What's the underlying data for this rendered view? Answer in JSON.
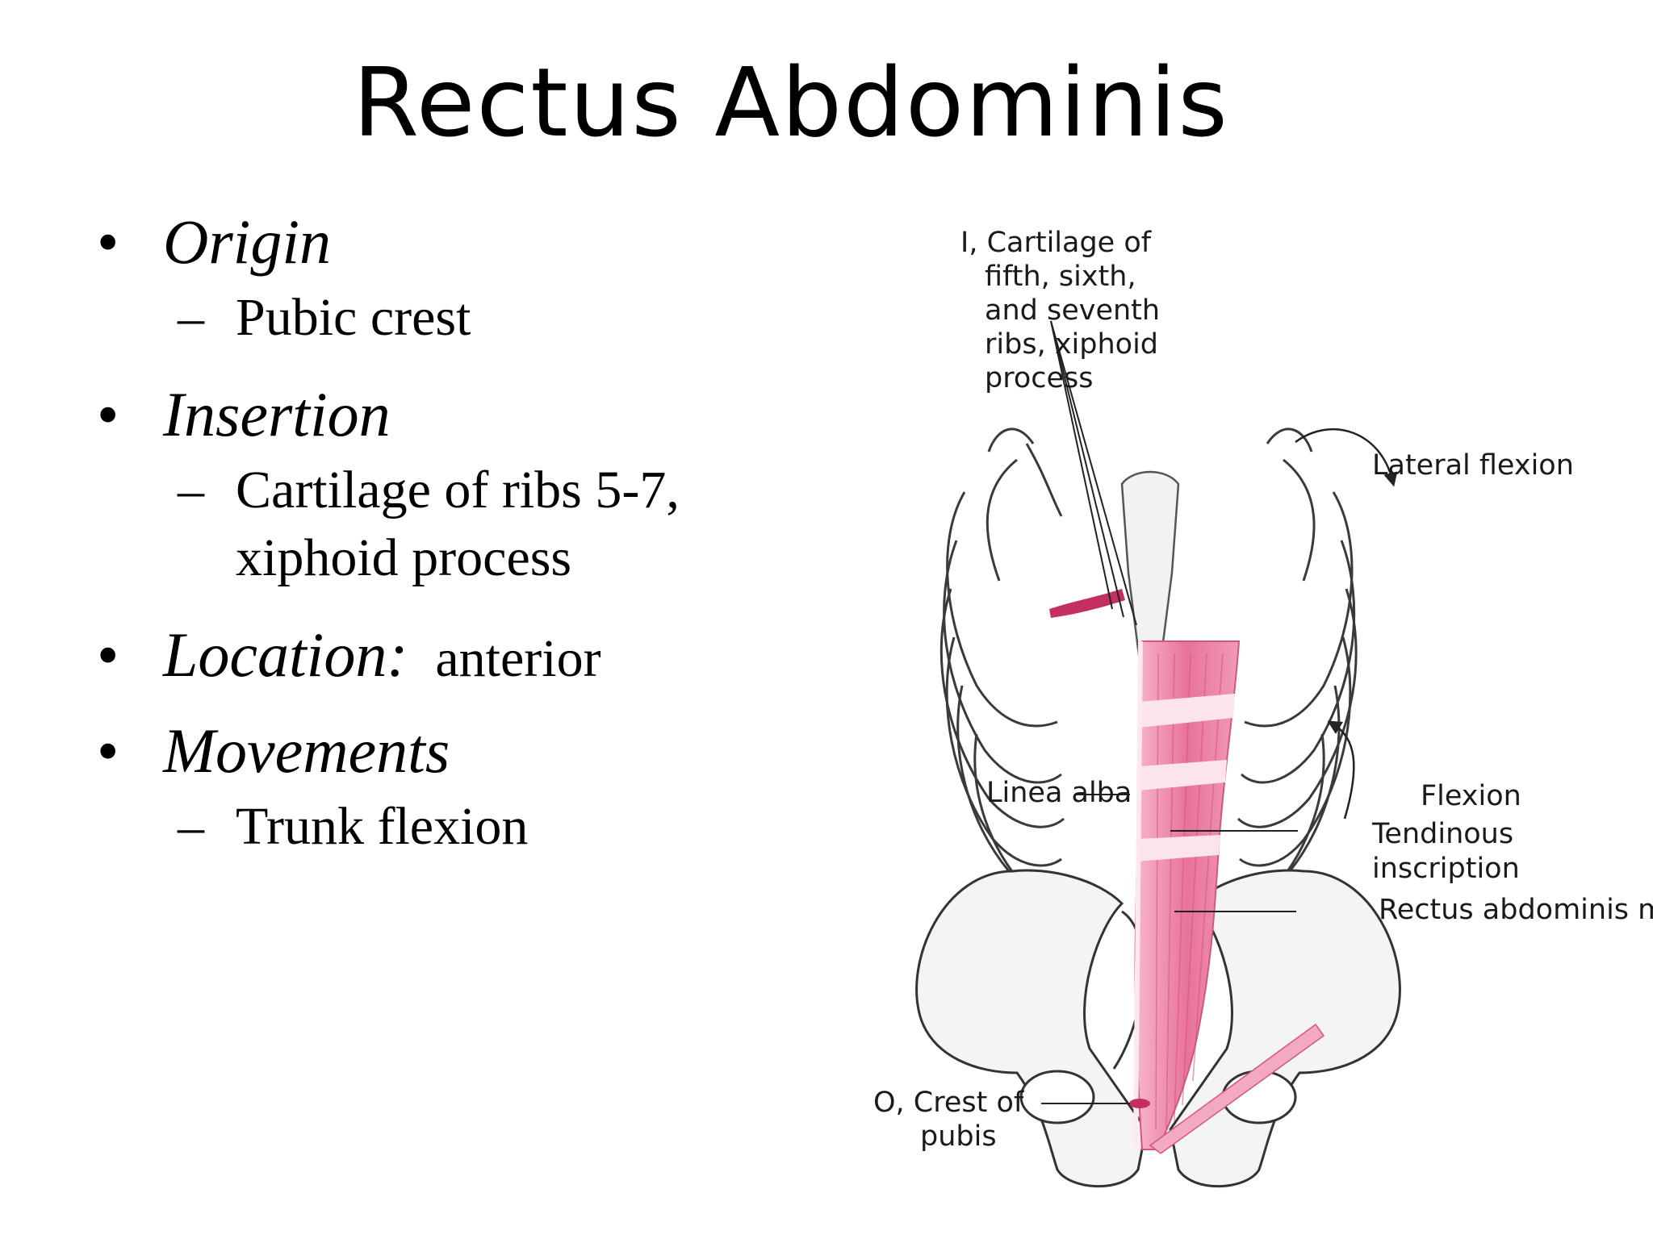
{
  "slide": {
    "title": "Rectus Abdominis",
    "bullets": [
      {
        "key": "Origin",
        "value": "",
        "subs": [
          [
            "Pubic crest"
          ]
        ]
      },
      {
        "key": "Insertion",
        "value": "",
        "subs": [
          [
            "Cartilage of ribs 5-7,",
            "xiphoid process"
          ]
        ]
      },
      {
        "key": "Location:",
        "value": "anterior",
        "subs": []
      },
      {
        "key": "Movements",
        "value": "",
        "subs": [
          [
            "Trunk flexion"
          ]
        ]
      }
    ]
  },
  "figure": {
    "insertion_label": [
      "I, Cartilage of",
      "fifth, sixth,",
      "and seventh",
      "ribs, xiphoid",
      "process"
    ],
    "lateral_flexion": "Lateral flexion",
    "flexion": "Flexion",
    "linea_alba": "Linea alba",
    "tendinous_inscription": [
      "Tendinous",
      "inscription"
    ],
    "muscle_label": "Rectus abdominis m.",
    "origin_label": [
      "O, Crest of",
      "pubis"
    ],
    "colors": {
      "muscle": "#e8739c",
      "muscle_dark": "#c42f63",
      "bone_outline": "#3a3a3a"
    }
  }
}
